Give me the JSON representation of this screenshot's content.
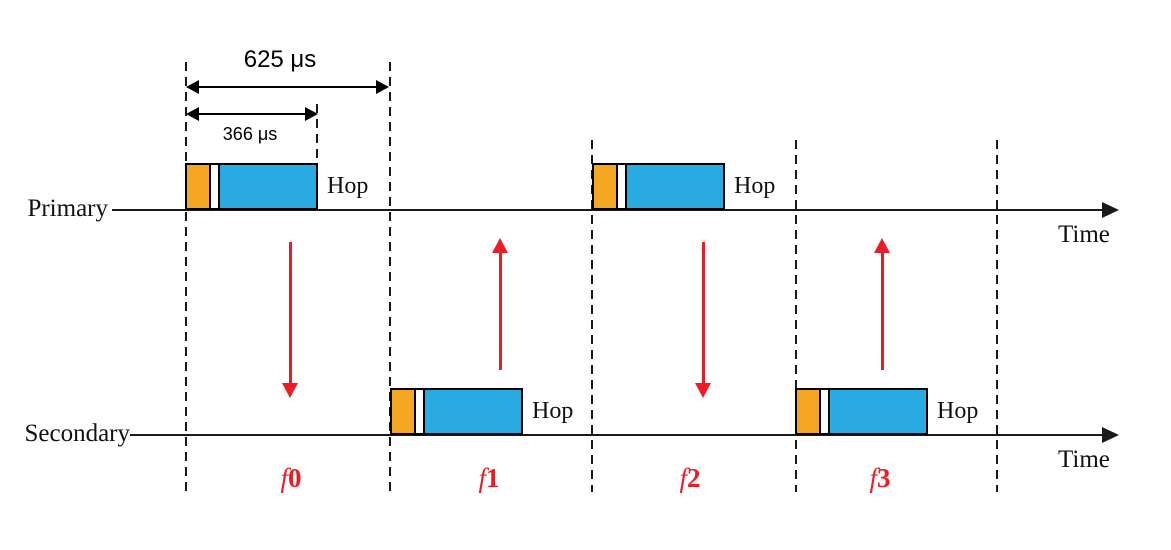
{
  "labels": {
    "primary": "Primary",
    "secondary": "Secondary",
    "time": "Time",
    "hop": "Hop"
  },
  "annotations": {
    "slot_duration": "625 μs",
    "packet_duration": "366 μs"
  },
  "frequencies": [
    {
      "prefix": "f",
      "num": "0"
    },
    {
      "prefix": "f",
      "num": "1"
    },
    {
      "prefix": "f",
      "num": "2"
    },
    {
      "prefix": "f",
      "num": "3"
    }
  ],
  "colors": {
    "packet_header_orange": "#F5A623",
    "packet_payload_blue": "#29ABE2",
    "hop_arrow_red": "#ED1C24",
    "line_black": "#1A1A1A"
  }
}
